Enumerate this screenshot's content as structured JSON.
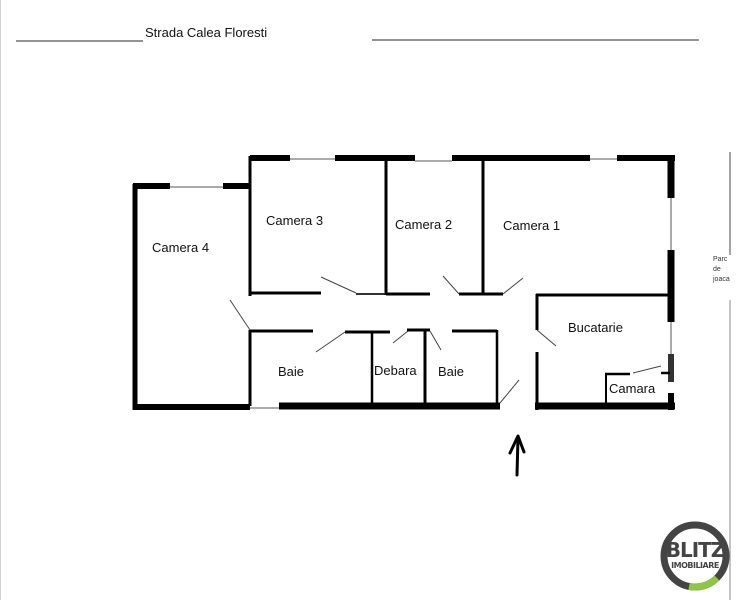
{
  "header": {
    "street_label": "Strada Calea Floresti"
  },
  "rooms": {
    "camera4": "Camera 4",
    "camera3": "Camera 3",
    "camera2": "Camera 2",
    "camera1": "Camera 1",
    "baie_left": "Baie",
    "debara": "Debara",
    "baie_right": "Baie",
    "bucatarie": "Bucatarie",
    "camara": "Camara"
  },
  "annotations": {
    "parc": "Parc de joaca",
    "entrance_arrow": "up-arrow-icon"
  },
  "logo": {
    "line1": "BLITZ",
    "line2": "IMOBILIARE",
    "ring_color": "#444444",
    "accent_color": "#8dc63f"
  }
}
